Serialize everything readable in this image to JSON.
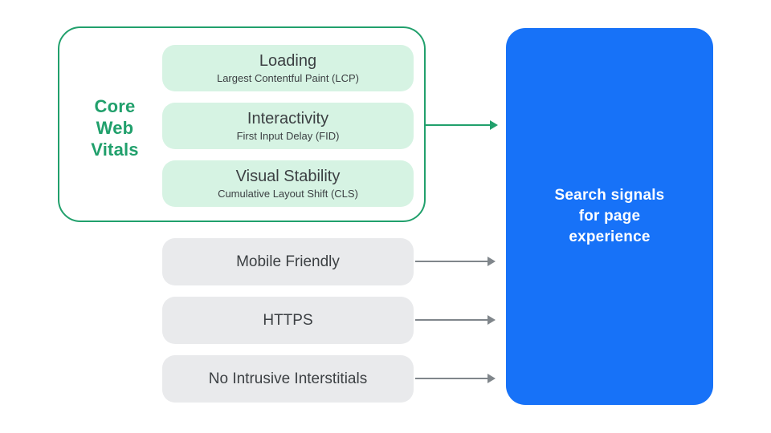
{
  "colors": {
    "green": "#21a06c",
    "green_light": "#d6f3e3",
    "blue": "#1772f8",
    "gray_box": "#e9eaec",
    "text_dark": "#3c4043",
    "arrow_gray": "#80868b",
    "white": "#ffffff"
  },
  "core_web_vitals": {
    "label_lines": [
      "Core",
      "Web",
      "Vitals"
    ],
    "items": [
      {
        "title": "Loading",
        "subtitle": "Largest Contentful Paint (LCP)"
      },
      {
        "title": "Interactivity",
        "subtitle": "First Input Delay (FID)"
      },
      {
        "title": "Visual Stability",
        "subtitle": "Cumulative Layout Shift (CLS)"
      }
    ]
  },
  "other_signals": [
    {
      "label": "Mobile Friendly"
    },
    {
      "label": "HTTPS"
    },
    {
      "label": "No Intrusive Interstitials"
    }
  ],
  "result": {
    "label_lines": [
      "Search signals",
      "for page",
      "experience"
    ]
  }
}
